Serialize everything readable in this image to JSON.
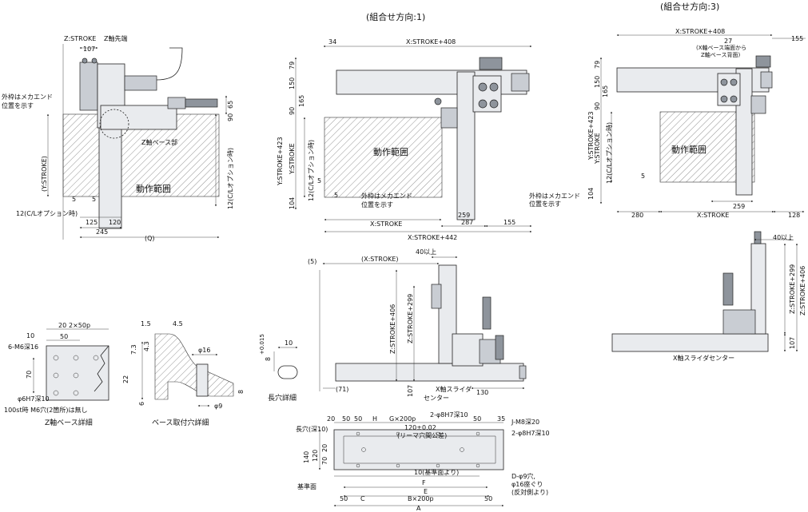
{
  "titles": {
    "config1": "(組合せ方向:1)",
    "config3": "(組合せ方向:3)"
  },
  "side_view": {
    "z_stroke": "Z:STROKE",
    "d107": "107",
    "z_tip": "Z軸先端",
    "outer_frame_note_1": "外枠はメカエンド",
    "outer_frame_note_2": "位置を示す",
    "y_stroke_paren": "(Y:STROKE)",
    "z_base": "Z軸ベース部",
    "motion_range": "動作範囲",
    "d65": "65",
    "d90": "90",
    "cl_option": "12(C/Lオプション時)",
    "d5a": "5",
    "d5b": "5",
    "d125": "125",
    "d120": "120",
    "d245": "245",
    "q": "(Q)"
  },
  "top_view1": {
    "d34": "34",
    "x_stroke_408": "X:STROKE+408",
    "d79": "79",
    "d150": "150",
    "d165": "165",
    "d90": "90",
    "d5": "5",
    "d104": "104",
    "y_stroke_423": "Y:STROKE+423",
    "y_stroke": "Y:STROKE",
    "cl_option": "12(C/Lオプション時)",
    "motion_range": "動作範囲",
    "frame_note_1": "外枠はメカエンド",
    "frame_note_2": "位置を示す",
    "d5x": "5",
    "d259": "259",
    "x_stroke": "X:STROKE",
    "d287": "287",
    "d155": "155",
    "x_stroke_442": "X:STROKE+442"
  },
  "top_view3": {
    "x_stroke_408": "X:STROKE+408",
    "d155": "155",
    "d27": "27",
    "x_base_note_1": "(X軸ベース端面から",
    "x_base_note_2": "Z軸ベース背面)",
    "d79": "79",
    "d150": "150",
    "d165": "165",
    "d90": "90",
    "d5": "5",
    "d104": "104",
    "y_stroke_423": "Y:STROKE+423",
    "y_stroke": "Y:STROKE",
    "cl_option": "12(C/Lオプション時)",
    "motion_range": "動作範囲",
    "frame_note_1": "外枠はメカエンド",
    "frame_note_2": "位置を示す",
    "d259": "259",
    "d280": "280",
    "x_stroke": "X:STROKE",
    "d128": "128"
  },
  "front_view1": {
    "d5": "(5)",
    "x_stroke_paren": "(X:STROKE)",
    "d40": "40以上",
    "z_stroke_406": "Z:STROKE+406",
    "z_stroke_299": "Z:STROKE+299",
    "d107": "107",
    "d71": "(71)",
    "slider_center_1": "X軸スライダ",
    "slider_center_2": "センター",
    "d130": "130"
  },
  "front_view3": {
    "d40": "40以上",
    "z_stroke_299": "Z:STROKE+299",
    "z_stroke_406": "Z:STROKE+406",
    "d107": "107",
    "slider_center": "X軸スライダセンター"
  },
  "z_base_detail": {
    "d20": "20",
    "pitch": "2×50p",
    "d10": "10",
    "d50": "50",
    "holes": "6-M6深16",
    "d70": "70",
    "pin": "φ6H7深10",
    "note": "100st時 M6穴(2箇所)は無し",
    "caption": "Z軸ベース詳細"
  },
  "base_hole_detail": {
    "d15": "1.5",
    "d45": "4.5",
    "d73": "7.3",
    "d43": "4.3",
    "phi16": "φ16",
    "d22": "22",
    "d6": "6",
    "d8": "8",
    "phi9": "φ9",
    "caption": "ベース取付穴詳細"
  },
  "slot_detail": {
    "d8": "8",
    "tol": "+0.015",
    "d10": "10",
    "caption": "長穴詳細"
  },
  "bottom_view": {
    "d20": "20",
    "d50a": "50",
    "d50b": "50",
    "h": "H",
    "g200": "G×200p",
    "pin_holes": "2-φ8H7深10",
    "tol": "120±0.02",
    "reamer": "(リーマ穴間公差)",
    "d50c": "50",
    "d35": "35",
    "j_holes": "J-M8深20",
    "pin_holes2": "2-φ8H7深10",
    "slot_label": "長穴(深10)",
    "d140": "140",
    "d120": "120",
    "d20b": "20",
    "d70": "70",
    "ref10": "10(基準面より)",
    "d_holes_1": "D-φ9穴,",
    "d_holes_2": "φ16座ぐり",
    "d_holes_3": "(反対側より)",
    "ref_face": "基準面",
    "f": "F",
    "e": "E",
    "d50d": "50",
    "c": "C",
    "b200": "B×200p",
    "d50e": "50",
    "a": "A"
  }
}
